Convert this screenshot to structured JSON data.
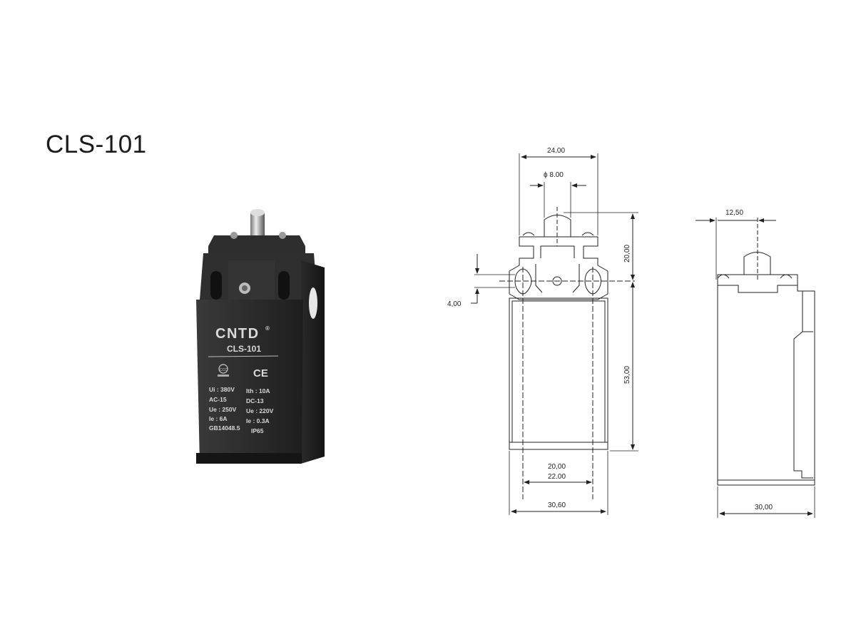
{
  "title": "CLS-101",
  "product": {
    "brand": "CNTD",
    "brand_mark": "®",
    "model": "CLS-101",
    "cert_marks": [
      "CCC",
      "CE"
    ],
    "specs_left": [
      "Ui : 380V",
      "AC-15",
      "Ue : 250V",
      "Ie : 6A",
      "GB14048.5"
    ],
    "specs_right": [
      "Ith : 10A",
      "DC-13",
      "Ue : 220V",
      "Ie : 0.3A",
      "IP65"
    ]
  },
  "front_view": {
    "dims": {
      "top_width": "24.00",
      "plunger_dia": "ϕ 8.00",
      "plunger_height": "20,00",
      "slot": "4,00",
      "body_height": "53,00",
      "hole_spacing_a": "20,00",
      "hole_spacing_b": "22.00",
      "body_width": "30,60"
    }
  },
  "side_view": {
    "dims": {
      "plunger_offset": "12,50",
      "depth": "30,00"
    }
  },
  "colors": {
    "line": "#222222",
    "body": "#2b2b2b"
  }
}
